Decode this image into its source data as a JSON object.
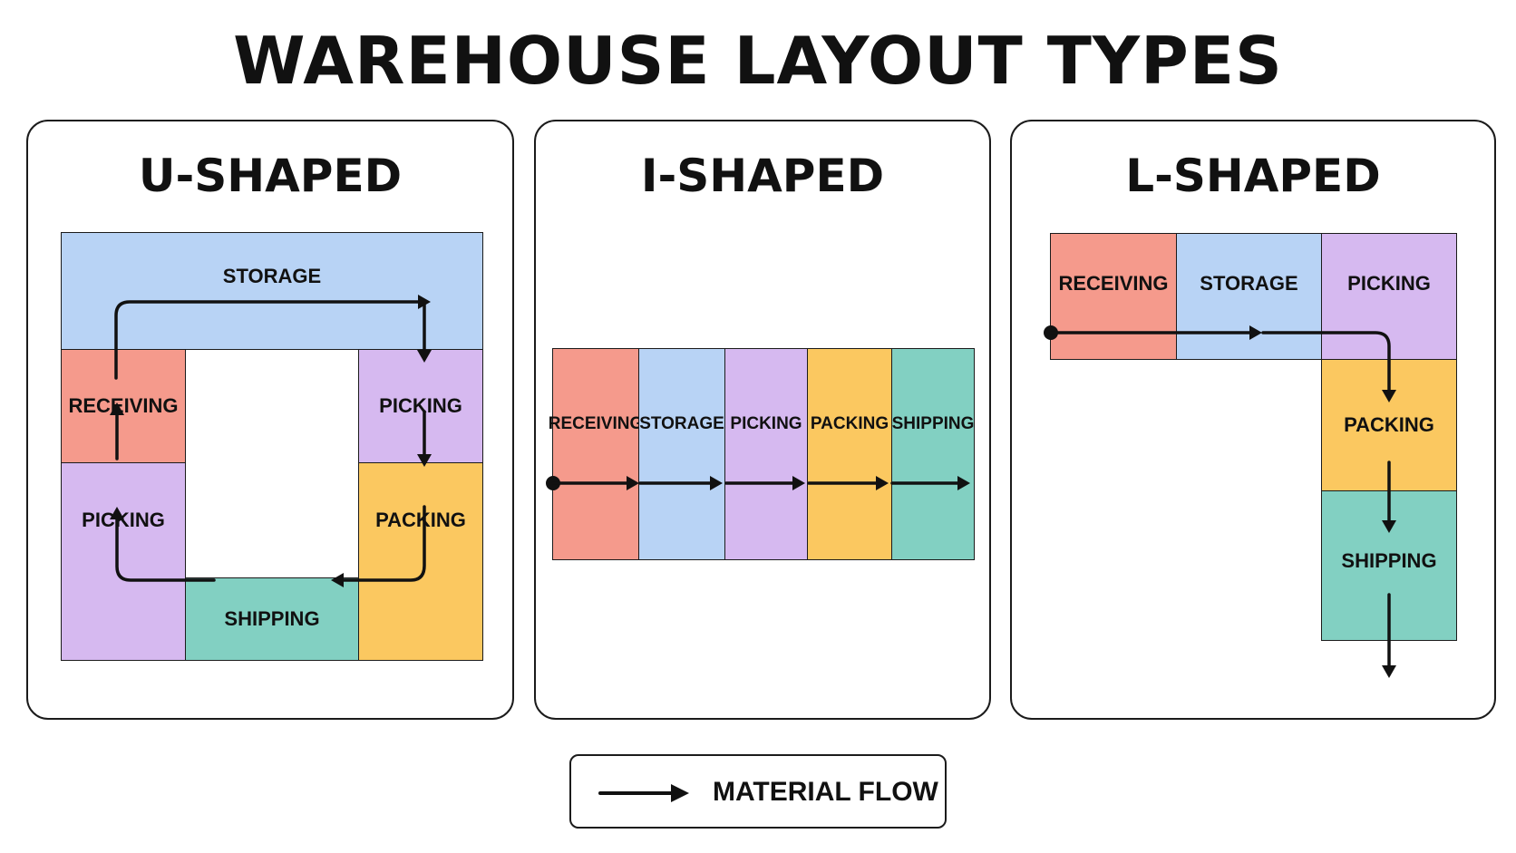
{
  "title": "WAREHOUSE LAYOUT TYPES",
  "colors": {
    "receiving": "#f59a8c",
    "storage": "#b8d3f5",
    "picking": "#d6b9f0",
    "packing": "#fbc860",
    "shipping": "#82d0c2",
    "stroke": "#1b1b1b"
  },
  "panels": {
    "u_shaped": {
      "title": "U-SHAPED",
      "zones": {
        "storage": "STORAGE",
        "receiving": "RECEIVING",
        "picking_right": "PICKING",
        "picking_left": "PICKING",
        "packing": "PACKING",
        "shipping": "SHIPPING"
      }
    },
    "i_shaped": {
      "title": "I-SHAPED",
      "zones": {
        "receiving": "RECEIVING",
        "storage": "STORAGE",
        "picking": "PICKING",
        "packing": "PACKING",
        "shipping": "SHIPPING"
      }
    },
    "l_shaped": {
      "title": "L-SHAPED",
      "zones": {
        "receiving": "RECEIVING",
        "storage": "STORAGE",
        "picking": "PICKING",
        "packing": "PACKING",
        "shipping": "SHIPPING"
      }
    }
  },
  "legend": {
    "label": "MATERIAL FLOW",
    "icon": "arrow-right-icon"
  }
}
